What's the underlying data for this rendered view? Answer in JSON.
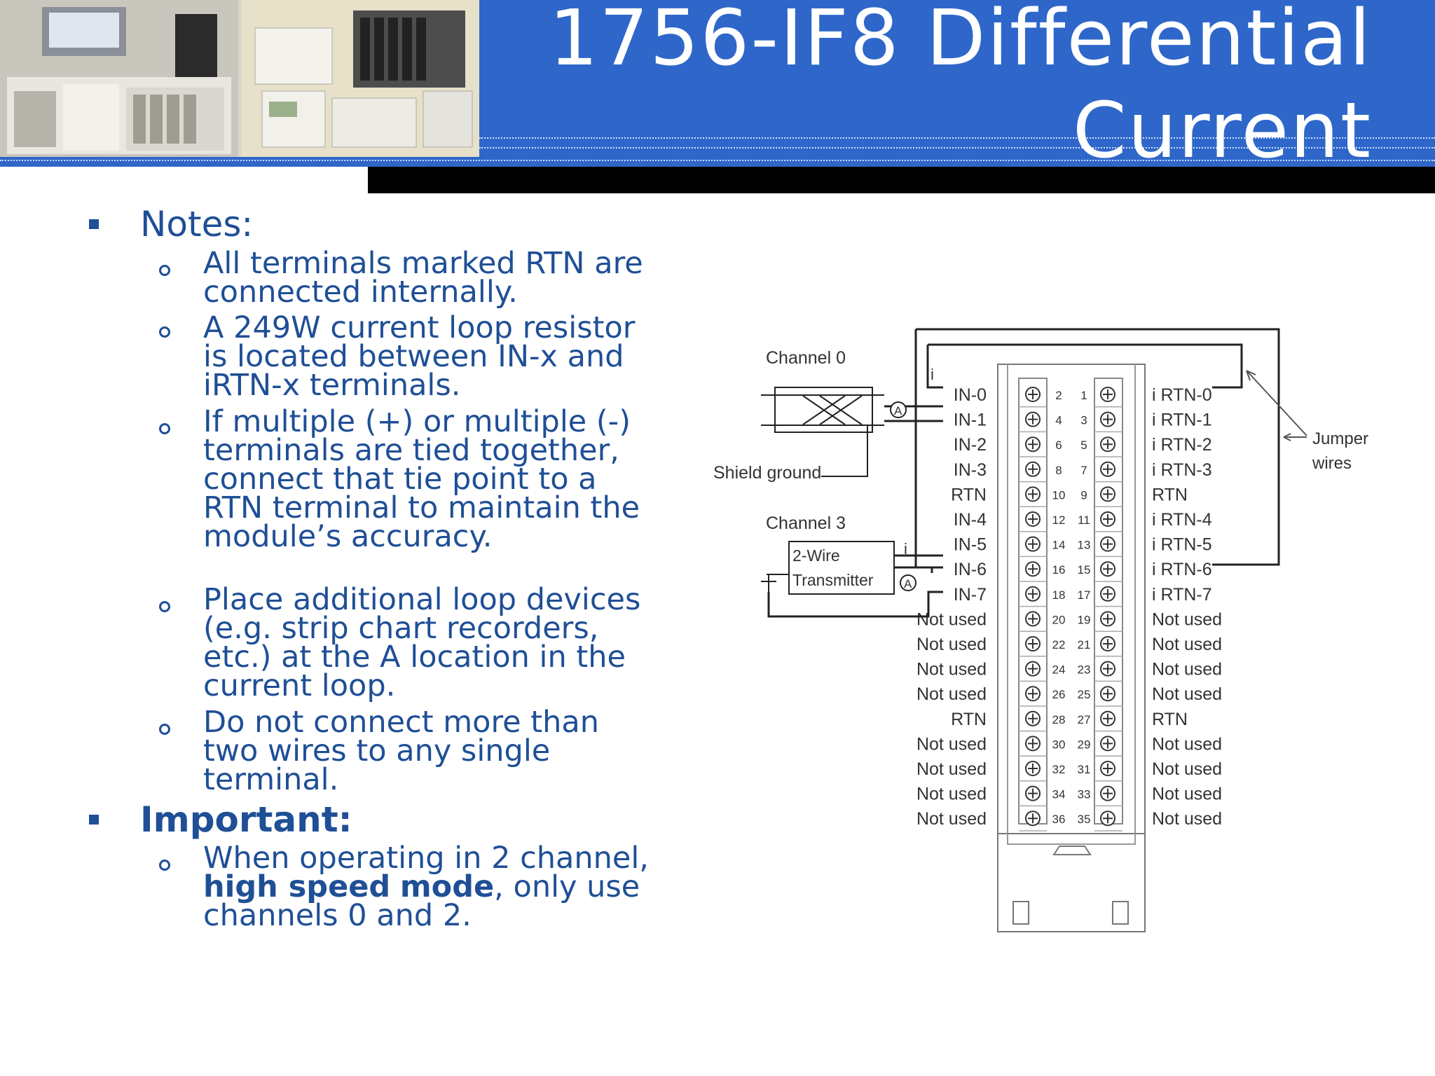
{
  "slide": {
    "title_line1": "1756-IF8 Differential",
    "title_line2": "Current"
  },
  "notes": {
    "heading": "Notes:",
    "items": [
      "All terminals marked RTN are connected internally.",
      "A 249W current loop resistor is located between IN-x and iRTN-x terminals.",
      "If multiple (+) or multiple (-) terminals are tied together, connect that tie point to a RTN terminal to maintain the module’s accuracy.",
      "Place additional loop devices (e.g. strip chart recorders, etc.) at the A location in the current loop.",
      "Do not connect more than two wires to any single terminal."
    ]
  },
  "important": {
    "heading": "Important:",
    "item_prefix": "When operating in 2 channel, ",
    "item_bold1": "high speed",
    "item_bold2": "mode",
    "item_suffix": ", only use channels 0 and 2."
  },
  "diagram": {
    "channel0_label": "Channel 0",
    "channel3_label": "Channel 3",
    "shield_label": "Shield ground",
    "transmitter_line1": "2-Wire",
    "transmitter_line2": "Transmitter",
    "jumper_line1": "Jumper",
    "jumper_line2": "wires",
    "current_symbol": "i",
    "ammeter_symbol": "A",
    "left_labels": [
      "IN-0",
      "IN-1",
      "IN-2",
      "IN-3",
      "RTN",
      "IN-4",
      "IN-5",
      "IN-6",
      "IN-7",
      "Not used",
      "Not used",
      "Not used",
      "Not used",
      "RTN",
      "Not used",
      "Not used",
      "Not used",
      "Not used"
    ],
    "right_labels": [
      "i RTN-0",
      "i RTN-1",
      "i RTN-2",
      "i RTN-3",
      "RTN",
      "i RTN-4",
      "i RTN-5",
      "i RTN-6",
      "i RTN-7",
      "Not used",
      "Not used",
      "Not used",
      "Not used",
      "RTN",
      "Not used",
      "Not used",
      "Not used",
      "Not used"
    ],
    "left_numbers": [
      "2",
      "4",
      "6",
      "8",
      "10",
      "12",
      "14",
      "16",
      "18",
      "20",
      "22",
      "24",
      "26",
      "28",
      "30",
      "32",
      "34",
      "36"
    ],
    "right_numbers": [
      "1",
      "3",
      "5",
      "7",
      "9",
      "11",
      "13",
      "15",
      "17",
      "19",
      "21",
      "23",
      "25",
      "27",
      "29",
      "31",
      "33",
      "35"
    ]
  }
}
